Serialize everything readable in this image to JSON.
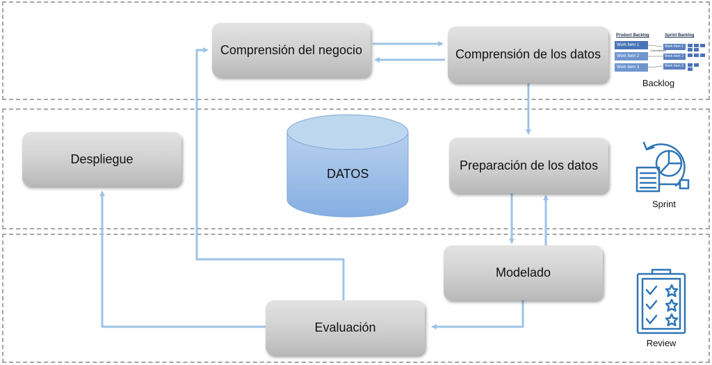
{
  "boxes": {
    "comprension_negocio": "Comprensión del negocio",
    "comprension_datos": "Comprensión de los datos",
    "preparacion_datos": "Preparación de los datos",
    "despliegue": "Despliegue",
    "modelado": "Modelado",
    "evaluacion": "Evaluación"
  },
  "database": {
    "label": "DATOS"
  },
  "backlog": {
    "product_backlog_title": "Product Backlog",
    "sprint_backlog_title": "Sprint Backlog",
    "work_items": [
      "Work Item 1",
      "Work Item 2",
      "Work Item 3"
    ],
    "sprint_items": [
      "Work Item 1",
      "Work Item 2",
      "Work Item 3"
    ],
    "commitment": "Commitment",
    "label": "Backlog"
  },
  "sprint": {
    "label": "Sprint"
  },
  "review": {
    "label": "Review"
  },
  "colors": {
    "arrow": "#9dc3e6",
    "icon": "#2e75b6",
    "cylinder_top": "#bdd7ee",
    "cylinder_body": "#8fb4e3",
    "band_border": "#a6a6a6"
  }
}
